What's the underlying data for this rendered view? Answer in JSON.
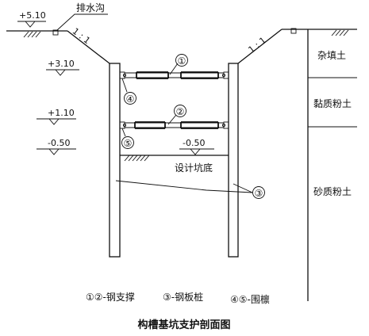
{
  "figure": {
    "caption": "构槽基坑支护剖面图",
    "legend": {
      "strut": "①②-钢支撑",
      "pile": "③-钢板桩",
      "purlin": "④⑤-围檩"
    }
  },
  "elevations": {
    "top": "+5.10",
    "level_1": "+3.10",
    "level_2": "+1.10",
    "level_3": "-0.50",
    "pit_bottom": "-0.50"
  },
  "labels": {
    "drain": "排水沟",
    "slope_left": "1 : 1",
    "slope_right": "1 : 1",
    "pit_bottom": "设计坑底"
  },
  "markers": {
    "m1": "①",
    "m2": "②",
    "m3": "③",
    "m4": "④",
    "m5": "⑤"
  },
  "soil_layers": [
    "杂填土",
    "黏质粉土",
    "砂质粉土"
  ]
}
